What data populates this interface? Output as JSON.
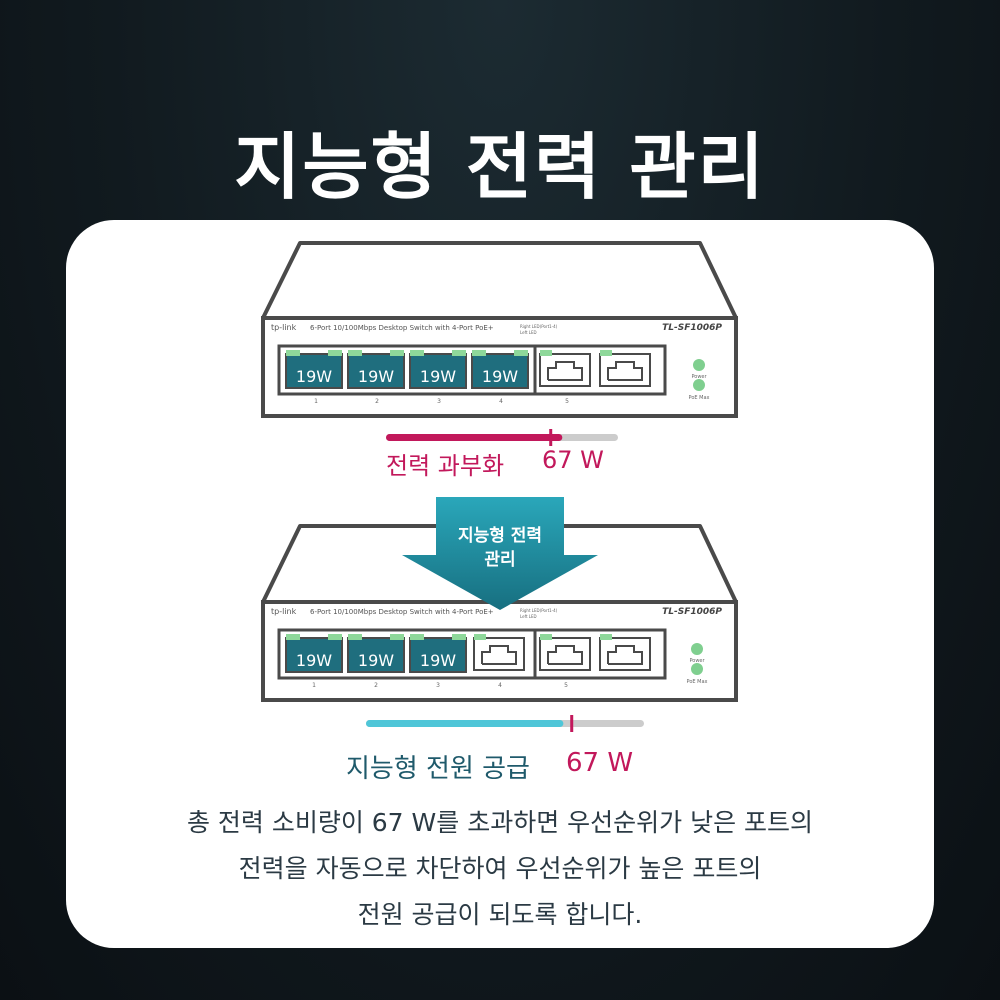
{
  "title": "지능형 전력 관리",
  "switch": {
    "brand": "tp-link",
    "description": "6-Port 10/100Mbps Desktop Switch with 4-Port PoE+",
    "model": "TL-SF1006P",
    "led_right": "Right LED(Port1-4)",
    "led_left": "Left LED",
    "power_label": "Power",
    "poe_max_label": "PoE Max",
    "port_numbers": [
      "1",
      "2",
      "3",
      "4",
      "5"
    ]
  },
  "top": {
    "port_watts": [
      "19W",
      "19W",
      "19W",
      "19W"
    ],
    "overload_label": "전력 과부화",
    "watt_label": "67 W",
    "bar_fill_fraction": 0.76,
    "bar_threshold_fraction": 0.71,
    "bar_color": "#c2185b"
  },
  "arrow": {
    "line1": "지능형 전력",
    "line2": "관리",
    "color": "#1e8fa3"
  },
  "bottom": {
    "port_watts": [
      "19W",
      "19W",
      "19W"
    ],
    "smart_label": "지능형 전원 공급",
    "watt_label": "67 W",
    "bar_fill_fraction": 0.71,
    "bar_threshold_fraction": 0.74,
    "bar_color": "#4fc6d8"
  },
  "description": [
    "총 전력 소비량이 67 W를 초과하면 우선순위가 낮은 포트의",
    "전력을 자동으로 차단하여 우선순위가 높은 포트의",
    "전원 공급이 되도록 합니다."
  ]
}
